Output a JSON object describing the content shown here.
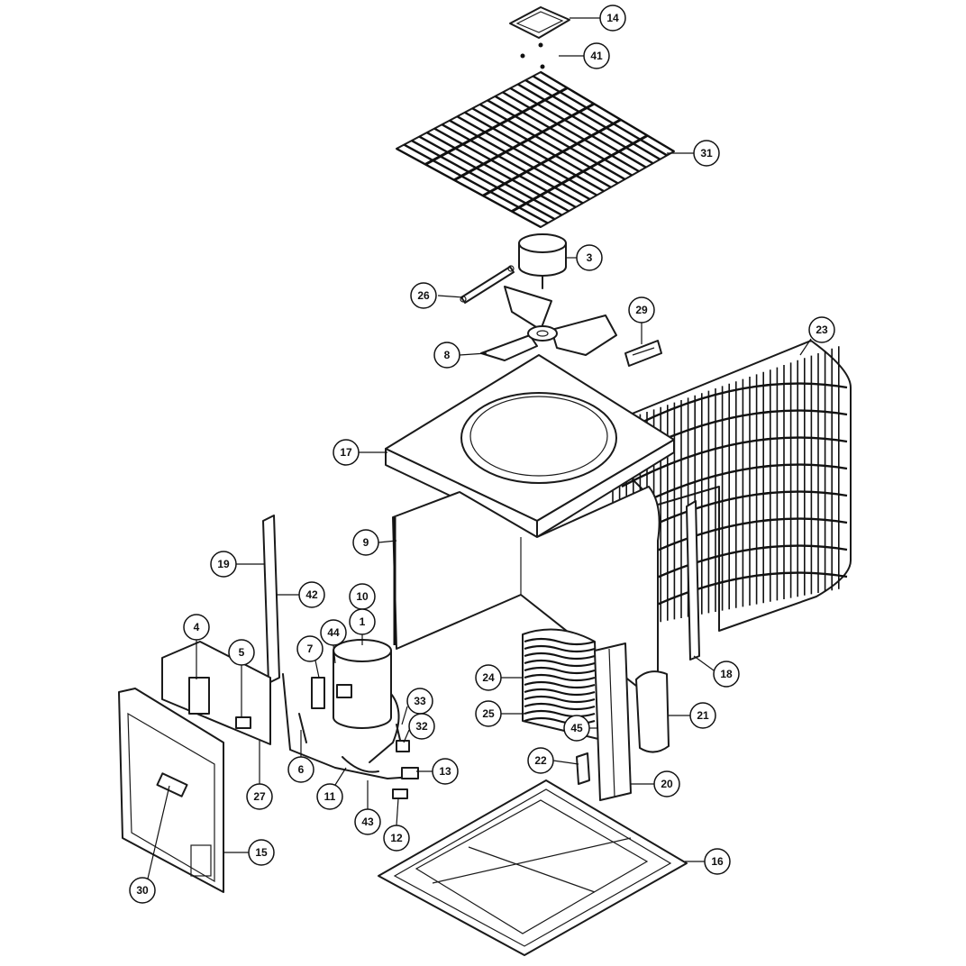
{
  "diagram": {
    "callouts": [
      {
        "label": "14"
      },
      {
        "label": "41"
      },
      {
        "label": "31"
      },
      {
        "label": "3"
      },
      {
        "label": "26"
      },
      {
        "label": "29"
      },
      {
        "label": "23"
      },
      {
        "label": "8"
      },
      {
        "label": "17"
      },
      {
        "label": "9"
      },
      {
        "label": "19"
      },
      {
        "label": "42"
      },
      {
        "label": "10"
      },
      {
        "label": "1"
      },
      {
        "label": "4"
      },
      {
        "label": "44"
      },
      {
        "label": "7"
      },
      {
        "label": "5"
      },
      {
        "label": "18"
      },
      {
        "label": "24"
      },
      {
        "label": "25"
      },
      {
        "label": "21"
      },
      {
        "label": "33"
      },
      {
        "label": "32"
      },
      {
        "label": "45"
      },
      {
        "label": "6"
      },
      {
        "label": "22"
      },
      {
        "label": "13"
      },
      {
        "label": "20"
      },
      {
        "label": "11"
      },
      {
        "label": "27"
      },
      {
        "label": "43"
      },
      {
        "label": "12"
      },
      {
        "label": "15"
      },
      {
        "label": "16"
      },
      {
        "label": "30"
      }
    ]
  }
}
